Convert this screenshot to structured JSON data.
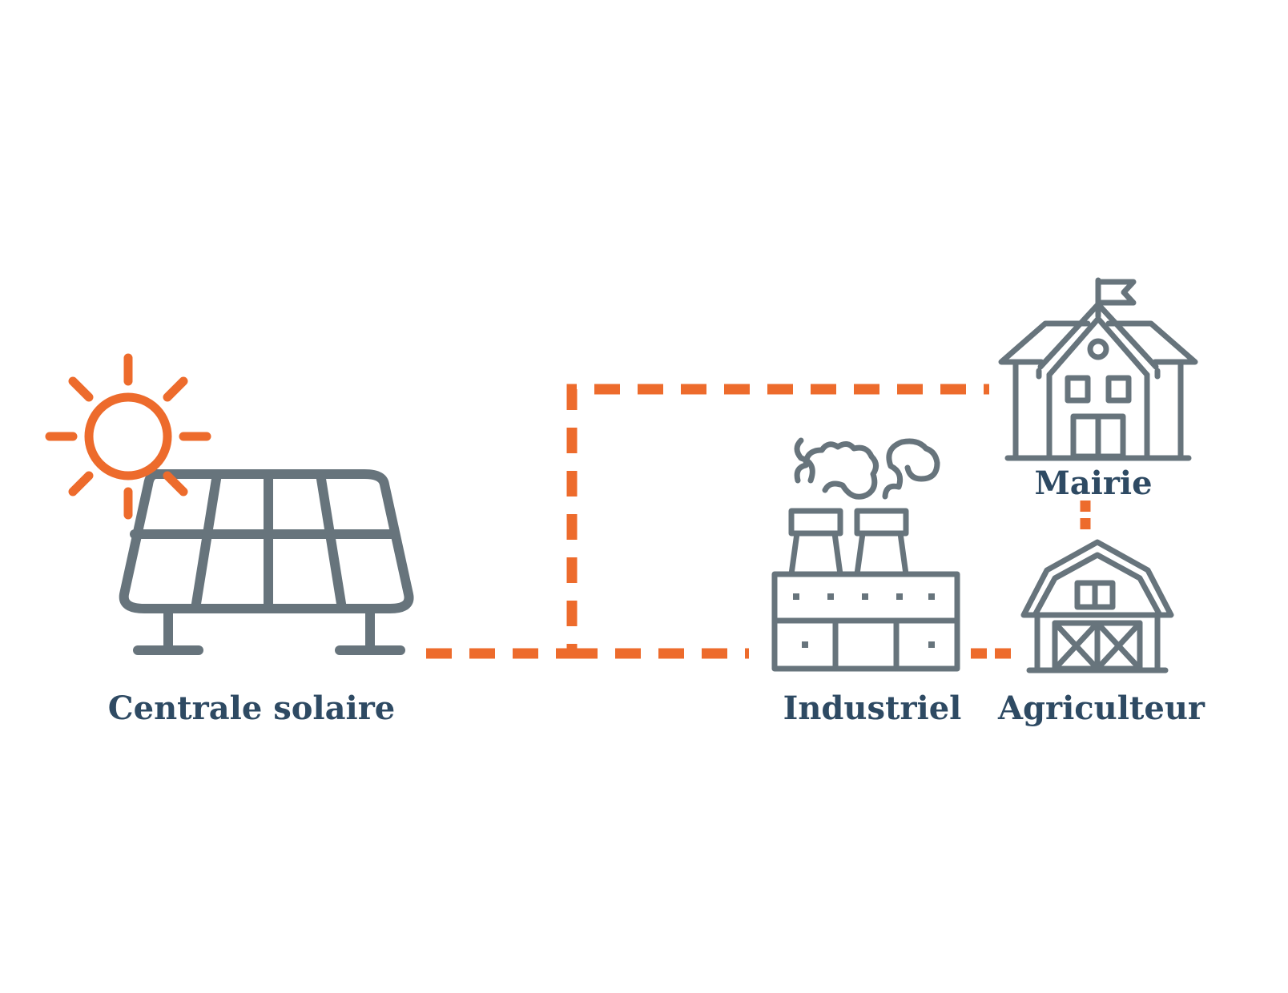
{
  "colors": {
    "accent": "#ED6B2C",
    "icon": "#67747C",
    "label": "#2E4A63",
    "background": "#FFFFFF"
  },
  "icons": {
    "sun": "sun-icon",
    "solar_panel": "solar-panel-icon",
    "factory": "factory-icon",
    "town_hall": "town-hall-icon",
    "barn": "barn-icon"
  },
  "nodes": {
    "solar": {
      "label": "Centrale solaire"
    },
    "industrial": {
      "label": "Industriel"
    },
    "town_hall": {
      "label": "Mairie"
    },
    "farmer": {
      "label": "Agriculteur"
    }
  }
}
